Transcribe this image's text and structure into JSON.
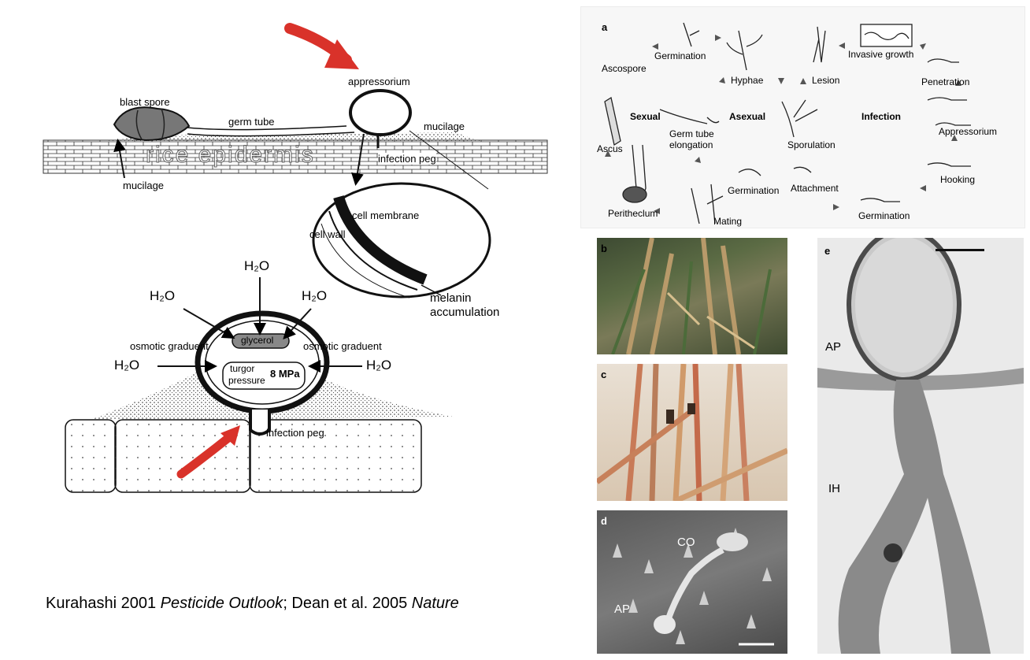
{
  "left_diagram": {
    "labels": {
      "blast_spore": "blast spore",
      "germ_tube": "germ tube",
      "appressorium": "appressorium",
      "mucilage_right": "mucilage",
      "mucilage_left": "mucilage",
      "rice_epidermis": "rice  epidermis",
      "infection_peg_top": "infection peg",
      "cell_membrane": "cell membrane",
      "cell_wall": "cell wall",
      "melanin": "melanin",
      "accumulation": "accumulation",
      "h2o_top": "H₂O",
      "h2o_left_upper": "H₂O",
      "h2o_right_upper": "H₂O",
      "h2o_left": "H₂O",
      "h2o_right": "H₂O",
      "glycerol": "glycerol",
      "osmotic_left": "osmotic graduent",
      "osmotic_right": "osmotic graduent",
      "turgor": "turgor",
      "pressure": "pressure",
      "mpa": "8 MPa",
      "infection_peg_bottom": "infection peg"
    },
    "accent_color": "#d9322a"
  },
  "citation": {
    "part1": "Kurahashi 2001 ",
    "italic1": "Pesticide Outlook",
    "part2": "; Dean et al. 2005 ",
    "italic2": "Nature"
  },
  "panel_a": {
    "letter": "a",
    "labels": {
      "germination_top": "Germination",
      "ascospore": "Ascospore",
      "hyphae": "Hyphae",
      "lesion": "Lesion",
      "invasive_growth": "Invasive growth",
      "penetration": "Penetration",
      "sexual": "Sexual",
      "asexual": "Asexual",
      "infection": "Infection",
      "germ_tube": "Germ tube",
      "elongation": "elongation",
      "sporulation": "Sporulation",
      "appressorium": "Appressorium",
      "ascus": "Ascus",
      "hooking": "Hooking",
      "germination_mid": "Germination",
      "attachment": "Attachment",
      "perithecium": "Peritheclum",
      "mating": "Mating",
      "germination_bottom": "Germination"
    }
  },
  "panel_b": {
    "letter": "b"
  },
  "panel_c": {
    "letter": "c"
  },
  "panel_d": {
    "letter": "d",
    "co": "CO",
    "ap": "AP"
  },
  "panel_e": {
    "letter": "e",
    "ap": "AP",
    "ih": "IH"
  }
}
